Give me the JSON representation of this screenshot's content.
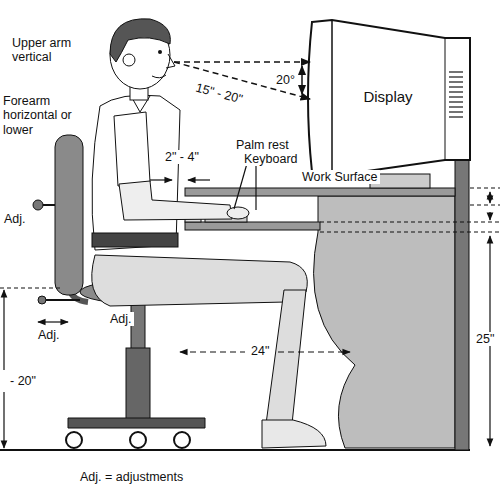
{
  "diagram": {
    "nodes": [
      {
        "text": [
          "Display"
        ]
      }
    ],
    "labels": [
      "Upper arm vertical",
      "Forearm horizontal or lower",
      "15\" - 20\"",
      "20°",
      "2\" - 4\"",
      "Palm rest",
      "Keyboard",
      "Work Surface",
      "Adj.",
      "Adj.",
      "Adj.",
      "- 20\"",
      "24\"",
      "25\"",
      "Adj. = adjustments"
    ]
  }
}
